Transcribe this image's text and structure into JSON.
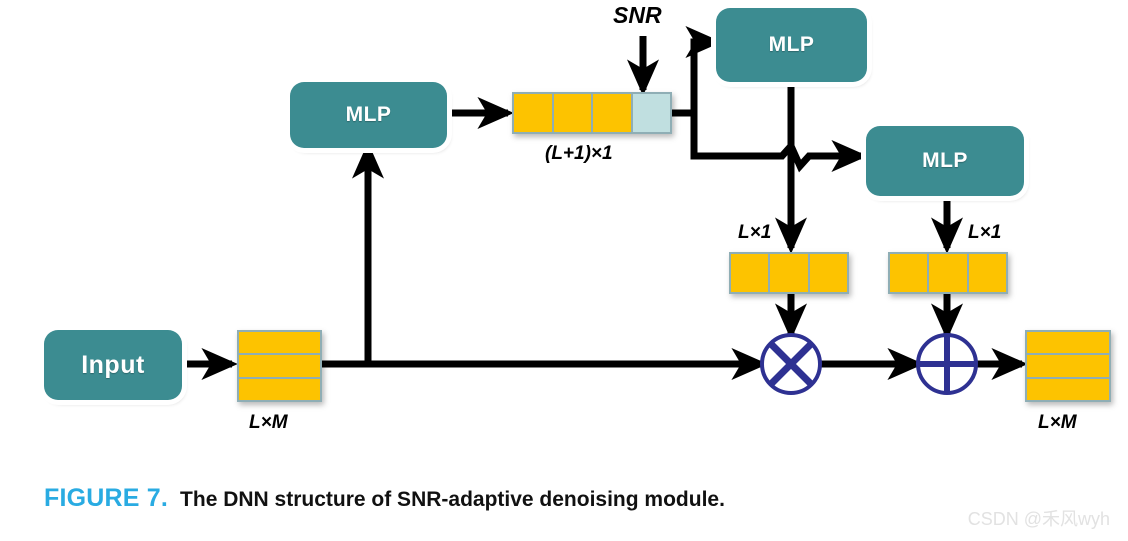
{
  "figure": {
    "number_label": "FIGURE 7.",
    "caption": "The DNN structure of SNR-adaptive denoising module.",
    "accent_color": "#29abe2",
    "caption_color": "#111111"
  },
  "watermark": {
    "text": "CSDN @禾风wyh",
    "color": "#e2e2e2"
  },
  "palette": {
    "box_teal": "#3c8c91",
    "cell_orange": "#fdc300",
    "cell_lightblue": "#c0dfe0",
    "cell_border": "#8faeb5",
    "operator_navy": "#2e3192",
    "wire_black": "#000000",
    "page_background": "#ffffff"
  },
  "diagram": {
    "type": "block-diagram",
    "title": "SNR-adaptive denoising module",
    "blocks": [
      {
        "id": "input",
        "label": "Input",
        "kind": "rounded-box"
      },
      {
        "id": "mlp_left",
        "label": "MLP",
        "kind": "rounded-box"
      },
      {
        "id": "mlp_top",
        "label": "MLP",
        "kind": "rounded-box"
      },
      {
        "id": "mlp_right",
        "label": "MLP",
        "kind": "rounded-box"
      }
    ],
    "tensors": [
      {
        "id": "input_matrix",
        "dim_label": "L×M",
        "orientation": "vertical",
        "cells": 3,
        "cell_colors": [
          "orange",
          "orange",
          "orange"
        ]
      },
      {
        "id": "feature_vector",
        "dim_label": "(L+1)×1",
        "orientation": "horizontal",
        "cells": 4,
        "cell_colors": [
          "orange",
          "orange",
          "orange",
          "lightblue"
        ]
      },
      {
        "id": "scale_vector",
        "dim_label": "L×1",
        "orientation": "horizontal",
        "cells": 3,
        "cell_colors": [
          "orange",
          "orange",
          "orange"
        ]
      },
      {
        "id": "shift_vector",
        "dim_label": "L×1",
        "orientation": "horizontal",
        "cells": 3,
        "cell_colors": [
          "orange",
          "orange",
          "orange"
        ]
      },
      {
        "id": "output_matrix",
        "dim_label": "L×M",
        "orientation": "vertical",
        "cells": 3,
        "cell_colors": [
          "orange",
          "orange",
          "orange"
        ]
      }
    ],
    "operators": [
      {
        "id": "multiply",
        "symbol": "⊗",
        "name": "element-wise-multiply"
      },
      {
        "id": "add",
        "symbol": "⊕",
        "name": "element-wise-add"
      }
    ],
    "inputs": [
      {
        "id": "snr_input",
        "label": "SNR",
        "target": "feature_vector"
      }
    ],
    "edges": [
      {
        "from": "input",
        "to": "input_matrix"
      },
      {
        "from": "input_matrix",
        "to": "mlp_left"
      },
      {
        "from": "mlp_left",
        "to": "feature_vector"
      },
      {
        "from": "snr_input",
        "to": "feature_vector"
      },
      {
        "from": "feature_vector",
        "to": "mlp_top"
      },
      {
        "from": "feature_vector",
        "to": "mlp_right"
      },
      {
        "from": "mlp_top",
        "to": "scale_vector"
      },
      {
        "from": "mlp_right",
        "to": "shift_vector"
      },
      {
        "from": "scale_vector",
        "to": "multiply"
      },
      {
        "from": "shift_vector",
        "to": "add"
      },
      {
        "from": "input_matrix",
        "to": "multiply"
      },
      {
        "from": "multiply",
        "to": "add"
      },
      {
        "from": "add",
        "to": "output_matrix"
      }
    ]
  }
}
